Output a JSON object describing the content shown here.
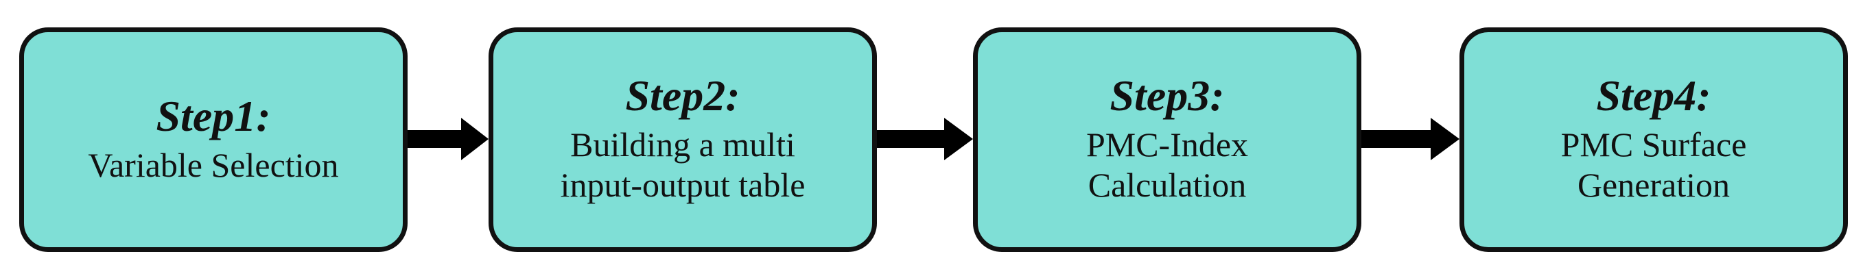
{
  "steps": [
    {
      "title": "Step1:",
      "lines": [
        "Variable Selection"
      ]
    },
    {
      "title": "Step2:",
      "lines": [
        "Building a multi",
        "input-output table"
      ]
    },
    {
      "title": "Step3:",
      "lines": [
        "PMC-Index",
        "Calculation"
      ]
    },
    {
      "title": "Step4:",
      "lines": [
        "PMC Surface",
        "Generation"
      ]
    }
  ],
  "colors": {
    "box_fill": "#7fdfd6",
    "border": "#111111",
    "arrow": "#000000"
  }
}
